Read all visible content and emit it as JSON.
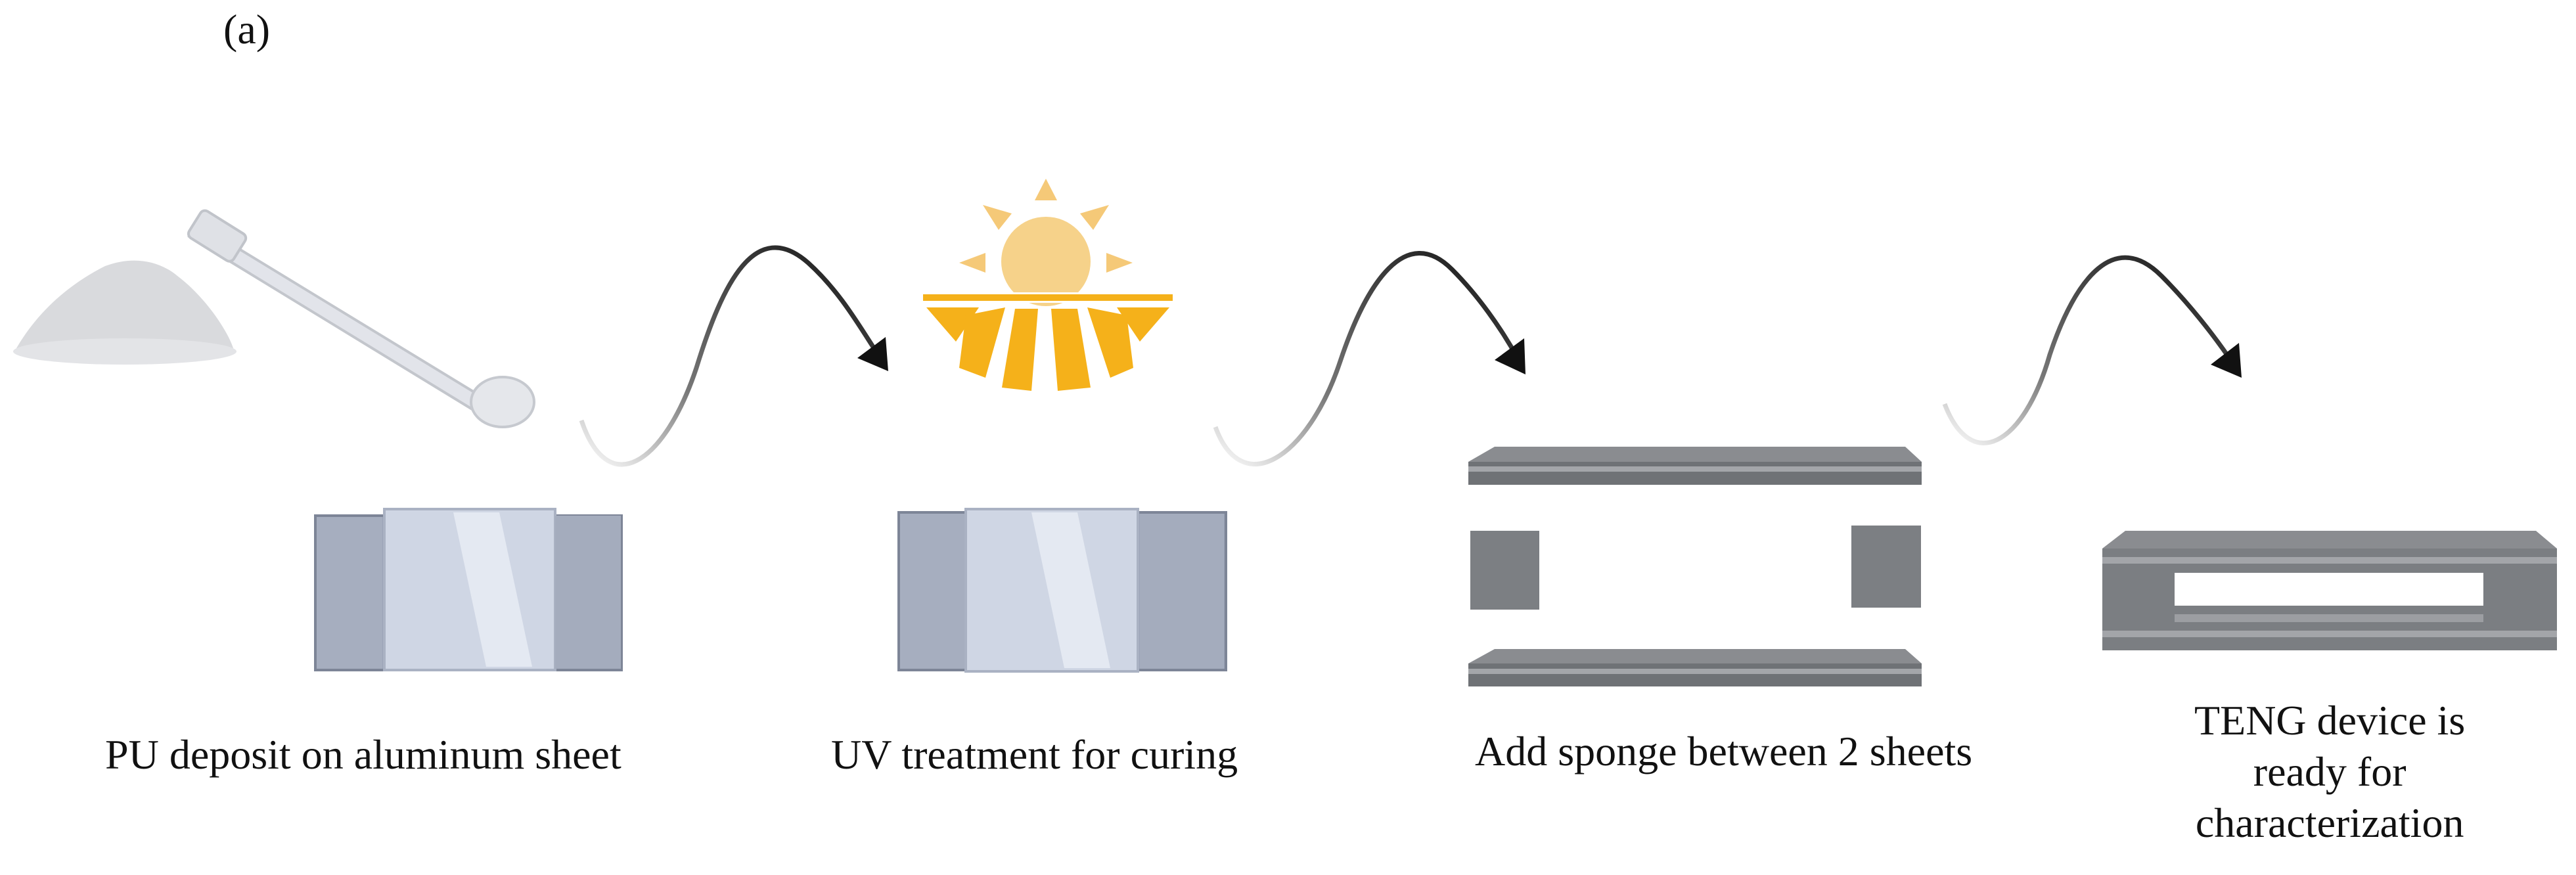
{
  "panel_label": "(a)",
  "steps": [
    {
      "caption": "PU deposit on aluminum sheet"
    },
    {
      "caption": "UV treatment for curing"
    },
    {
      "caption": "Add sponge between 2 sheets"
    },
    {
      "caption_lines": [
        "TENG device is",
        "ready for",
        "characterization"
      ]
    }
  ],
  "colors": {
    "sun_body": "#f6d28a",
    "sun_rays_top": "#f5c978",
    "sun_rays_bottom": "#f5b11a",
    "sheet_frame": "#9aa3b6",
    "sheet_glass": "#cfd6e4",
    "device_gray": "#7b7e82",
    "powder": "#d7d9dd",
    "arrow": "#111111"
  }
}
